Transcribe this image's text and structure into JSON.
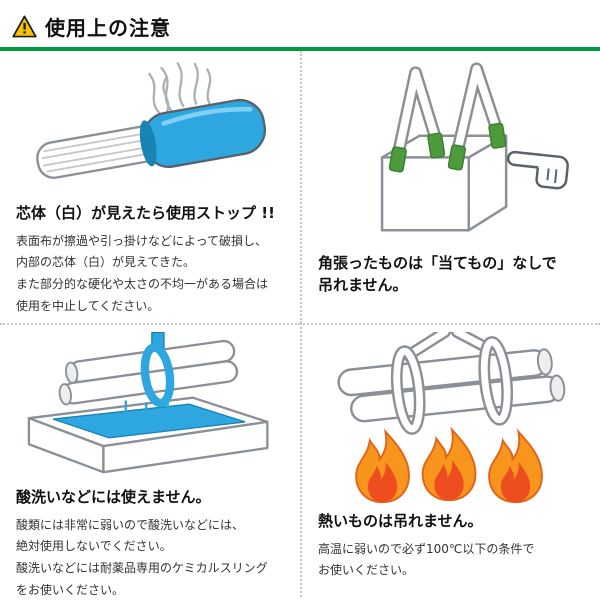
{
  "header": {
    "title": "使用上の注意",
    "warning_icon": "warning-triangle-icon"
  },
  "colors": {
    "accent_green": "#009944",
    "warning_yellow": "#f5c400",
    "sling_blue": "#2ea7e0",
    "strap_green": "#4d9b3d",
    "flame_orange": "#f8951d",
    "flame_red": "#ee4d1f",
    "outline_gray": "#8a9096"
  },
  "sections": {
    "core_stop": {
      "heading": "芯体（白）が見えたら使用ストップ !!",
      "body": "表面布が擦過や引っ掛けなどによって破損し、\n内部の芯体（白）が見えてきた。\nまた部分的な硬化や太さの不均一がある場合は\n使用を中止してください。"
    },
    "sharp_edge": {
      "heading": "角張ったものは「当てもの」なしで\n吊れません。"
    },
    "acid": {
      "heading": "酸洗いなどには使えません。",
      "body": "酸類には非常に弱いので酸洗いなどには、\n絶対使用しないでください。\n酸洗いなどには耐薬品専用のケミカルスリング\nをお使いください。"
    },
    "heat": {
      "heading": "熱いものは吊れません。",
      "body": "高温に弱いので必ず100℃以下の条件で\nお使いください。"
    }
  }
}
